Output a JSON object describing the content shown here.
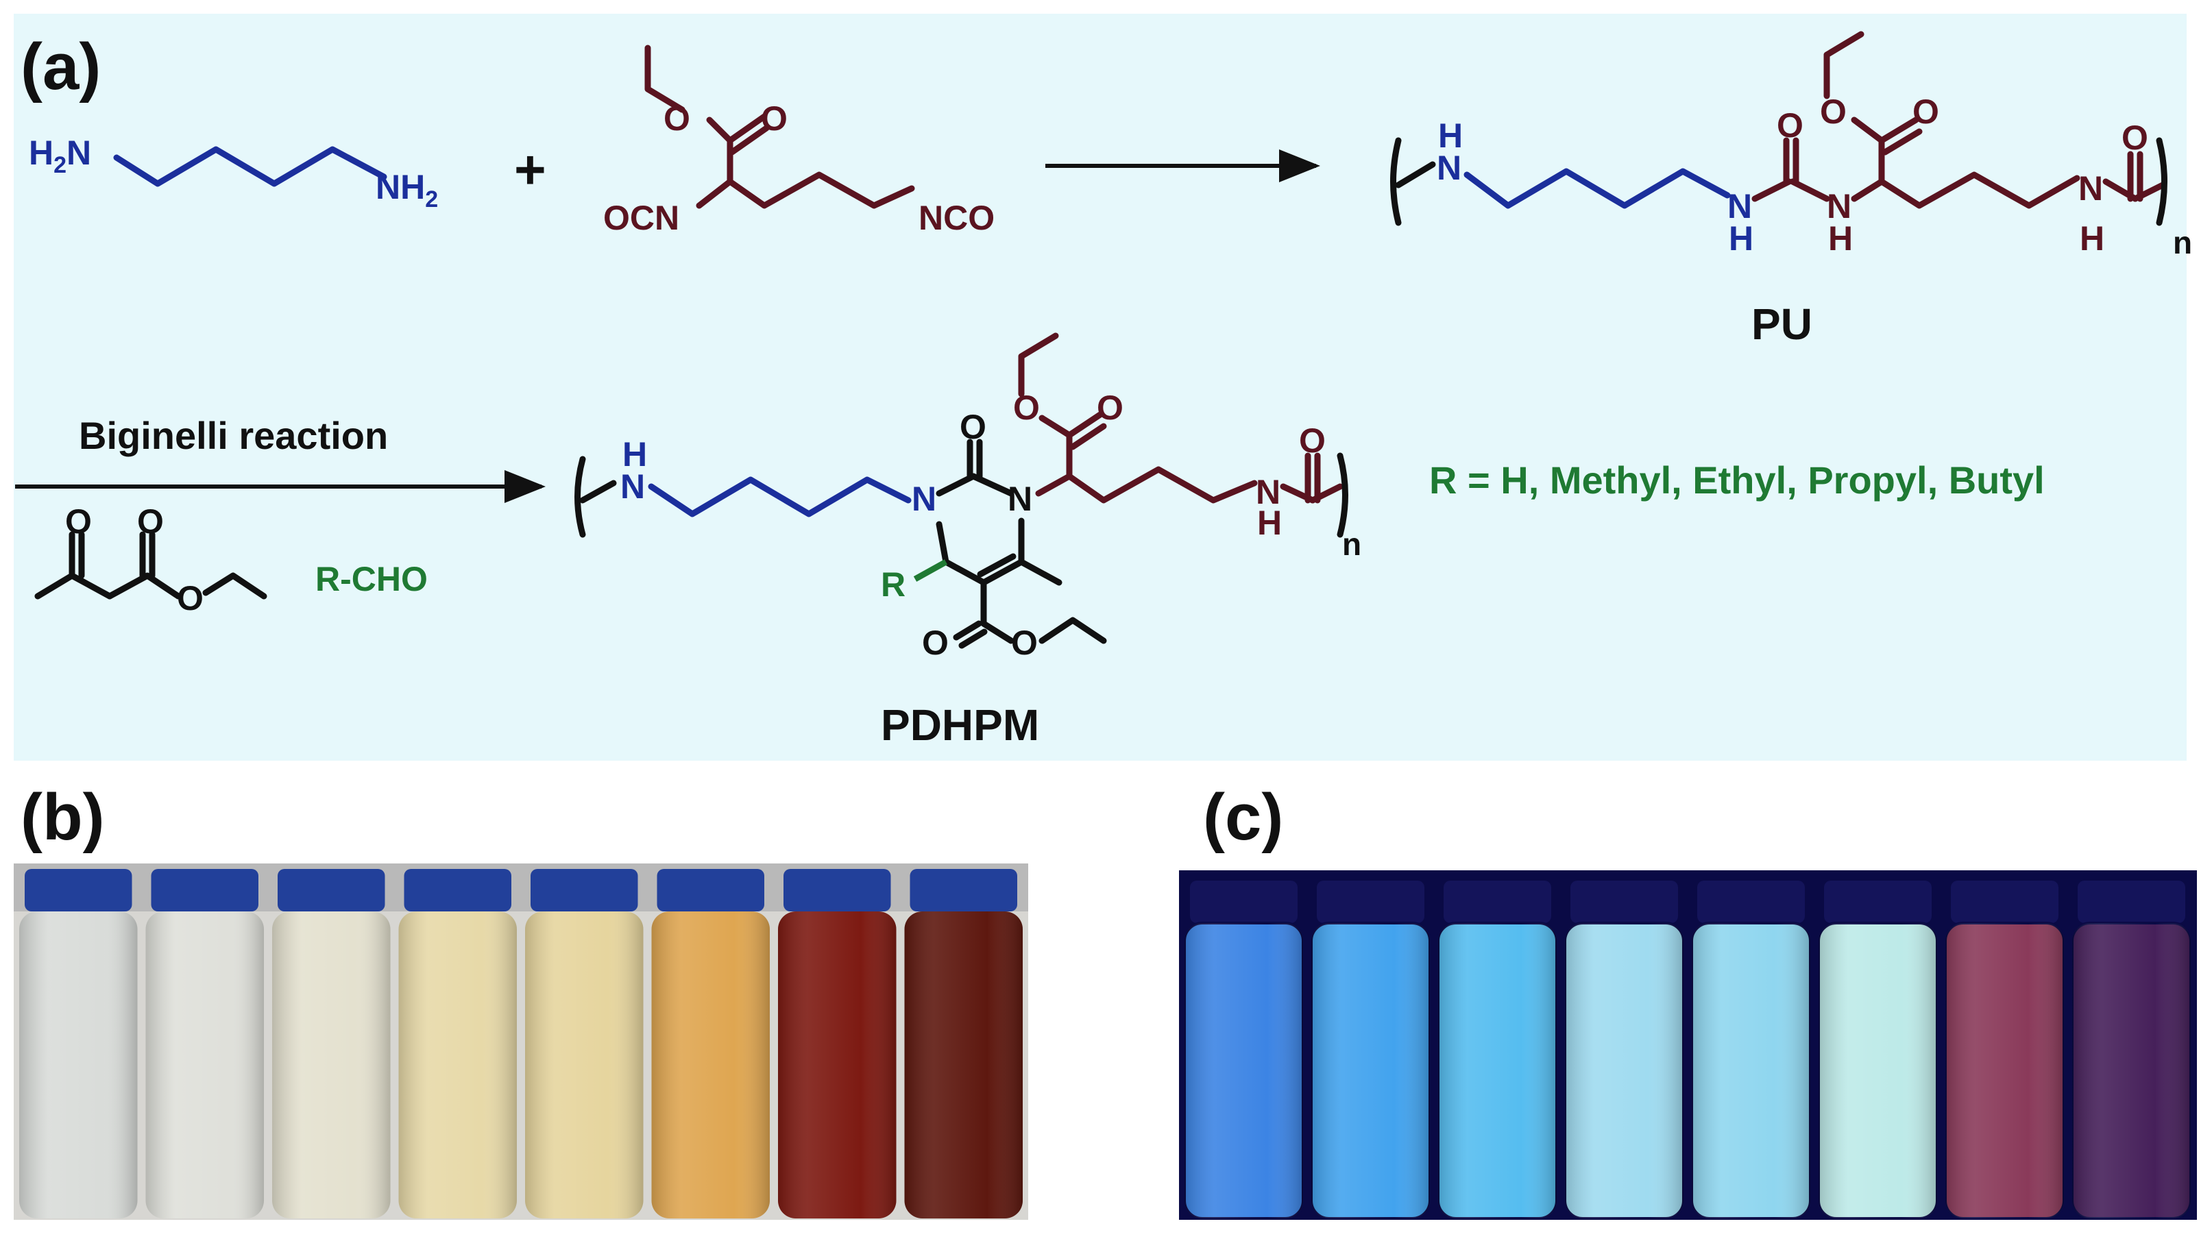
{
  "panels": {
    "a": {
      "label": "(a)"
    },
    "b": {
      "label": "(b)"
    },
    "c": {
      "label": "(c)"
    }
  },
  "scheme": {
    "plus": "+",
    "reaction_name": "Biginelli reaction",
    "reagent_aldehyde": "R-CHO",
    "product1_name": "PU",
    "product2_name": "PDHPM",
    "r_definition": "R = H, Methyl, Ethyl, Propyl, Butyl",
    "repeat_n": "n",
    "atoms": {
      "N": "N",
      "H": "H",
      "O": "O",
      "NH2": "NH",
      "sub2": "2",
      "H2N_H": "H",
      "H2N_N": "N",
      "OCN": "OCN",
      "NCO": "NCO",
      "R": "R"
    }
  },
  "colors": {
    "panel_a_background": "#e6f8fb",
    "diamine": "#1b2f9c",
    "diisocyanate": "#5a1420",
    "substituent": "#1f7a33"
  },
  "photos": {
    "b_vial_colors": [
      "#d9dcd9",
      "#dfe0da",
      "#e4e1cf",
      "#e7d9a8",
      "#e6d59e",
      "#dfa651",
      "#7d1a12",
      "#5e180f"
    ],
    "c_vial_colors": [
      "#3c84e4",
      "#42a3ee",
      "#55bdf0",
      "#9fdbf0",
      "#8fd6ef",
      "#bdeae8",
      "#8a3a5a",
      "#46205a"
    ]
  }
}
